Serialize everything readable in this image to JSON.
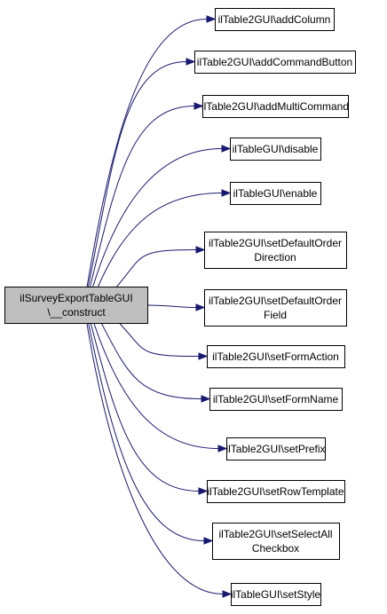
{
  "graph": {
    "edge_color": "#191970",
    "root": {
      "lines": [
        "ilSurveyExportTableGUI",
        "\\__construct"
      ],
      "fill": "#bfbfbf"
    },
    "targets": [
      {
        "lines": [
          "ilTable2GUI\\addColumn"
        ]
      },
      {
        "lines": [
          "ilTable2GUI\\addCommandButton"
        ]
      },
      {
        "lines": [
          "ilTable2GUI\\addMultiCommand"
        ]
      },
      {
        "lines": [
          "ilTableGUI\\disable"
        ]
      },
      {
        "lines": [
          "ilTableGUI\\enable"
        ]
      },
      {
        "lines": [
          "ilTable2GUI\\setDefaultOrder",
          "Direction"
        ]
      },
      {
        "lines": [
          "ilTable2GUI\\setDefaultOrder",
          "Field"
        ]
      },
      {
        "lines": [
          "ilTable2GUI\\setFormAction"
        ]
      },
      {
        "lines": [
          "ilTable2GUI\\setFormName"
        ]
      },
      {
        "lines": [
          "ilTable2GUI\\setPrefix"
        ]
      },
      {
        "lines": [
          "ilTable2GUI\\setRowTemplate"
        ]
      },
      {
        "lines": [
          "ilTable2GUI\\setSelectAll",
          "Checkbox"
        ]
      },
      {
        "lines": [
          "ilTableGUI\\setStyle"
        ]
      }
    ]
  }
}
